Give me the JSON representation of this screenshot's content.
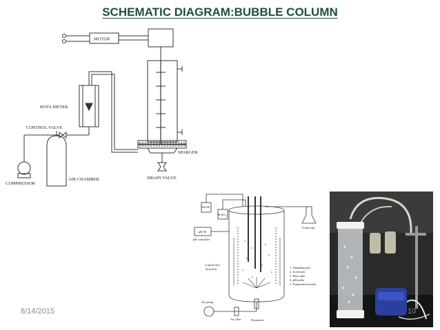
{
  "title": "SCHEMATIC DIAGRAM:BUBBLE COLUMN",
  "footer": {
    "date": "8/14/2015",
    "page": "10"
  },
  "schematic_labels": {
    "motor": "MOTOR",
    "rota_meter": "ROTA METER",
    "control_valve": "CONTROL VALVE",
    "compressor": "COMPRESSOR",
    "air_chamber": "AIR CHAMBER",
    "sparger": "SPARGER",
    "drain_valve": "DRAIN VALVE"
  },
  "reactor_labels": {
    "naoh": "NaOH",
    "h2so4": "H₂SO₄",
    "ph_controller_box": "pH 58",
    "ph_controller": "pH controller",
    "foam_trap": "Foam trap",
    "liquid_flow": "Liquid flow",
    "liquid_flow_2": "direction",
    "air_pump": "Air pump",
    "air_filter": "Air filter",
    "rotameter": "Rotameter",
    "legend": [
      "1.  Sampling port",
      "2.  Acid inlet",
      "3.  Base inlet",
      "4.  pH probe",
      "5.  Temperature probe"
    ]
  },
  "colors": {
    "title": "#1f4e3d",
    "footer": "#8a8a8a"
  }
}
